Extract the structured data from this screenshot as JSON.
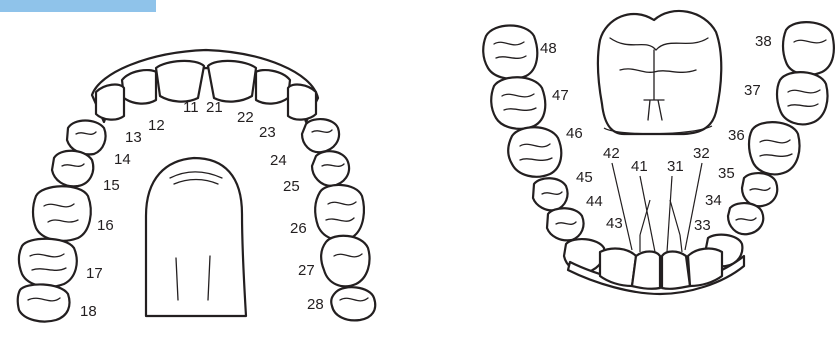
{
  "upper_arch": {
    "labels": [
      "11",
      "21",
      "12",
      "22",
      "13",
      "23",
      "14",
      "24",
      "15",
      "25",
      "16",
      "26",
      "17",
      "27",
      "18",
      "28"
    ]
  },
  "lower_arch": {
    "labels": [
      "48",
      "38",
      "47",
      "37",
      "46",
      "36",
      "42",
      "41",
      "31",
      "32",
      "45",
      "35",
      "44",
      "34",
      "43",
      "33"
    ]
  }
}
